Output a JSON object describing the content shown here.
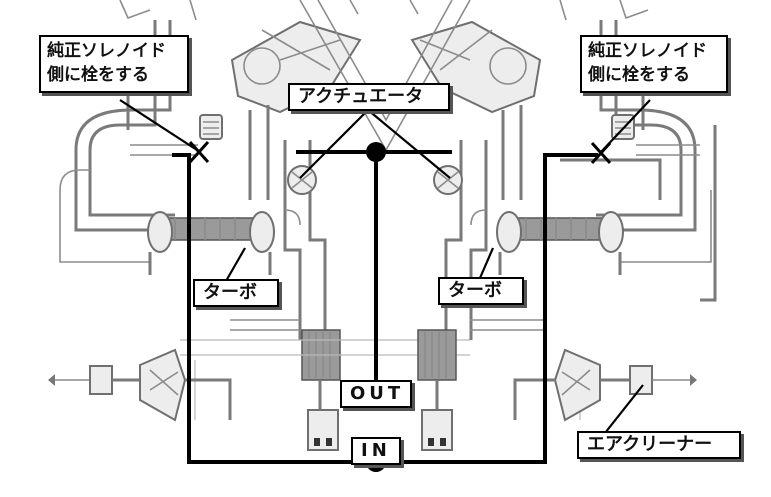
{
  "labels": {
    "solenoid_left": "純正ソレノイド\n側に栓をする",
    "solenoid_right": "純正ソレノイド\n側に栓をする",
    "actuator": "アクチュエータ",
    "turbo_left": "ターボ",
    "turbo_right": "ターボ",
    "out_port": "OUT",
    "in_port": "IN",
    "air_cleaner": "エアクリーナー"
  },
  "colors": {
    "wire": "#000000",
    "pipe": "#7a7a7a",
    "background": "#ffffff"
  }
}
